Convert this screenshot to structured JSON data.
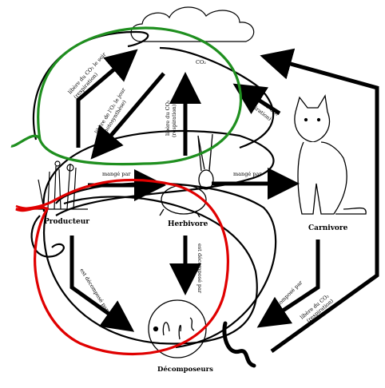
{
  "nodes": {
    "producer": "Producteur",
    "herbivore": "Herbivore",
    "carnivore": "Carnivore",
    "decomposers": "Décomposeurs",
    "co2": "CO₂"
  },
  "arrows": {
    "night_release": "libère du CO₂ le soir",
    "night_release_sub": "(respiration)",
    "day_release": "libère de l'O₂ le jour",
    "day_release_sub": "(photosynthèse)",
    "herbivore_release": "libère du CO₂",
    "herbivore_release_sub": "(respiration)",
    "carnivore_release_top": "libère du CO₂",
    "carnivore_release_top_sub": "(respiration)",
    "eaten_by_1": "mangé par",
    "eaten_by_2": "mangé par",
    "producer_decomposed": "est décomposé par",
    "herbivore_decomposed": "est décomposé par",
    "carnivore_decomposed": "est décomposé par",
    "decomposer_release": "libère du CO₂",
    "decomposer_release_sub": "(respiration)"
  },
  "colors": {
    "green_circle": "#1f8f1f",
    "red_circle": "#e00000",
    "ink": "#000000"
  }
}
